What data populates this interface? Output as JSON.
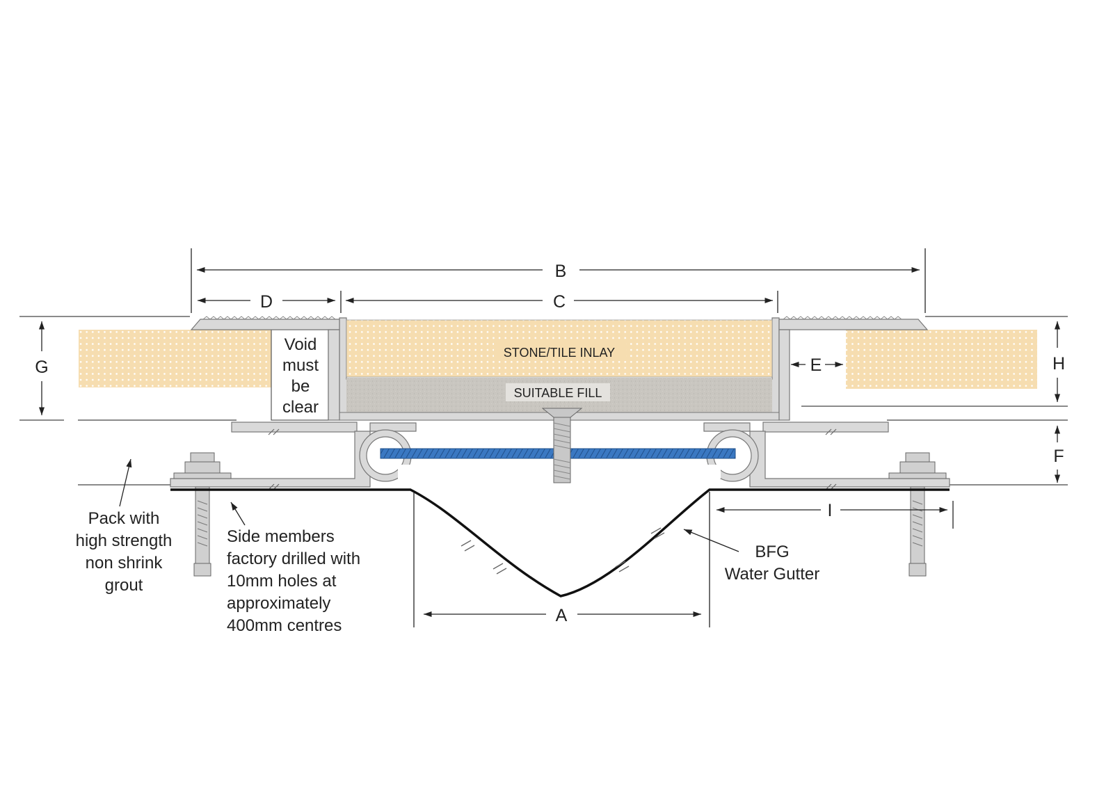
{
  "dimensions": {
    "a": "A",
    "b": "B",
    "c": "C",
    "d": "D",
    "e": "E",
    "f": "F",
    "g": "G",
    "h": "H",
    "i": "I"
  },
  "inlay_label": "STONE/TILE INLAY",
  "fill_label": "SUITABLE FILL",
  "void_note": [
    "Void",
    "must",
    "be",
    "clear"
  ],
  "pack_note": [
    "Pack with",
    "high strength",
    "non shrink",
    "grout"
  ],
  "side_members_note": [
    "Side members",
    "factory drilled with",
    "10mm holes at",
    "approximately",
    "400mm centres"
  ],
  "gutter_note": [
    "BFG",
    "Water Gutter"
  ],
  "colors": {
    "screed": "#f6ddb0",
    "screed_dots": "#ffffff",
    "aluminium": "#d9d9d9",
    "fill": "#c9c6c0",
    "cover_plate": "#3a78c2",
    "gutter": "#111111",
    "line": "#333333"
  }
}
